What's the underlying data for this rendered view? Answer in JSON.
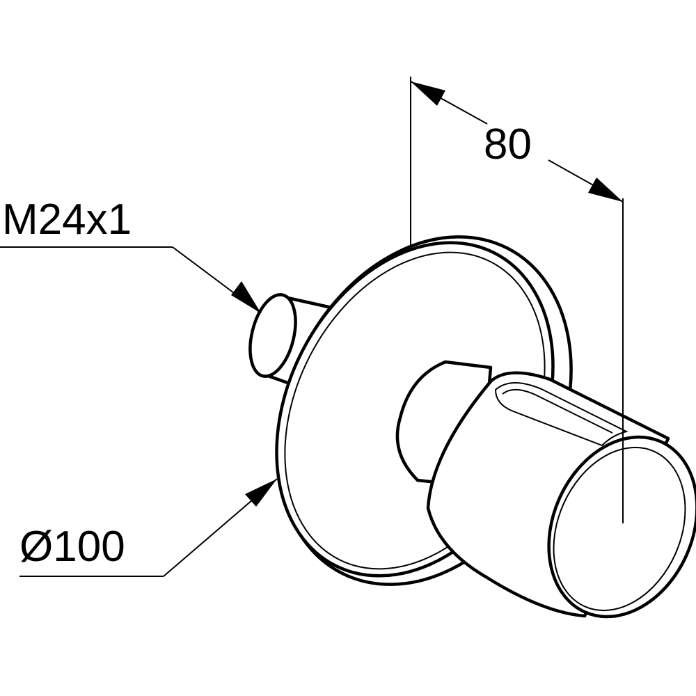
{
  "dimensions": {
    "depth_label": "80",
    "thread_label": "M24x1",
    "diameter_label": "Ø100"
  },
  "colors": {
    "stroke": "#000000",
    "background": "#ffffff"
  }
}
